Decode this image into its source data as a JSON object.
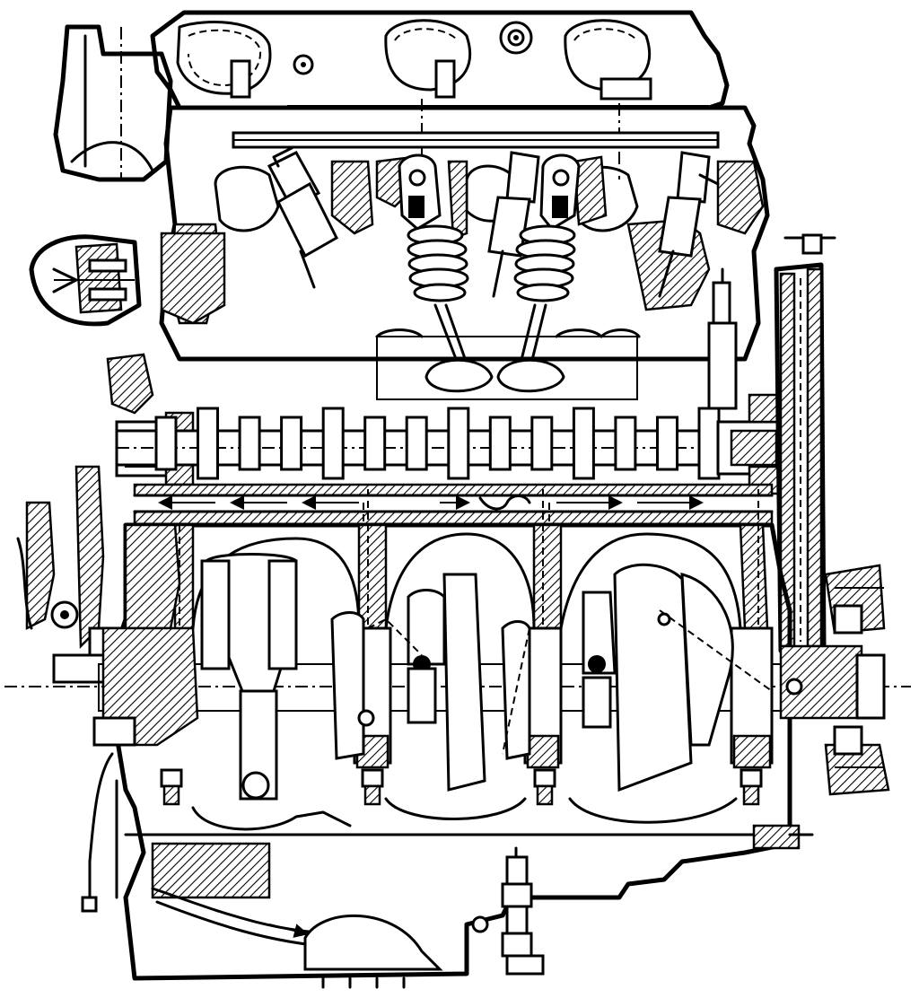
{
  "image": {
    "kind": "engine-cross-section-line-drawing",
    "labels": []
  },
  "colors": {
    "ink": "#000000",
    "paper": "#ffffff"
  },
  "parts": {
    "camshaft_cams": 14,
    "cylinders": 3,
    "valve_springs": 2,
    "injectors": 3
  }
}
